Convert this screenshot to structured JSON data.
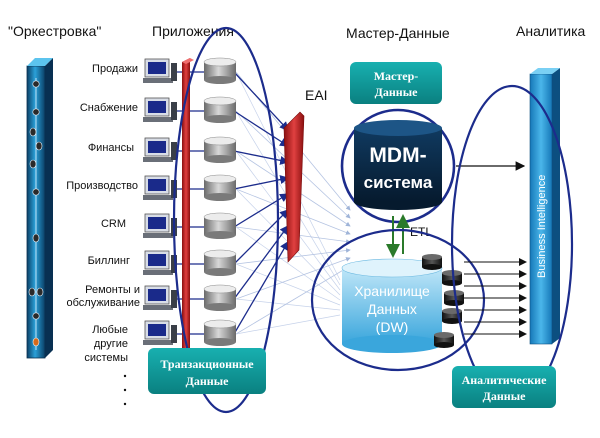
{
  "headers": {
    "orchestration": "\"Оркестровка\"",
    "applications": "Приложения",
    "master_data": "Мастер-Данные",
    "analytics": "Аналитика"
  },
  "apps": [
    "Продажи",
    "Снабжение",
    "Финансы",
    "Производство",
    "CRM",
    "Биллинг",
    "Ремонты и",
    "обслуживание",
    "Любые",
    "другие",
    "системы"
  ],
  "eai_label": "EAI",
  "etl_label": "ETL",
  "master_data_box": [
    "Мастер-",
    "Данные"
  ],
  "mdm": [
    "MDM-",
    "система"
  ],
  "dw": [
    "Хранилище",
    "Данных",
    "(DW)"
  ],
  "bi_label": "Business Intelligence",
  "transactional_box": [
    "Транзакционные",
    "Данные"
  ],
  "analytical_box": [
    "Аналитические",
    "Данные"
  ],
  "colors": {
    "teal": "#0e9a9a",
    "navy": "#1c2c8c",
    "red": "#cc2222",
    "cyan": "#2aa0d8",
    "mdm_dark": "#0b2a4a"
  }
}
